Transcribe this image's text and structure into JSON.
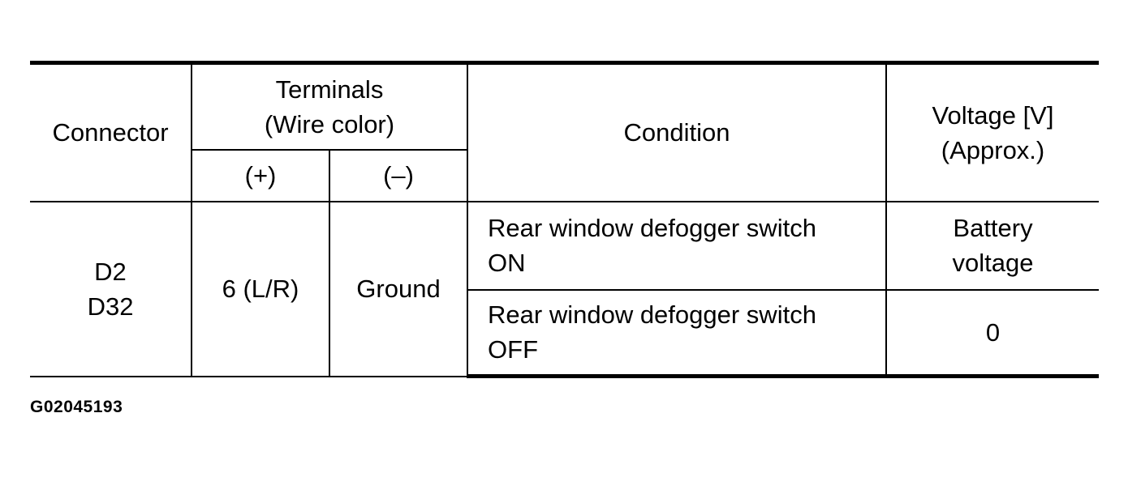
{
  "table": {
    "headers": {
      "connector": "Connector",
      "terminals_line1": "Terminals",
      "terminals_line2": "(Wire color)",
      "plus": "(+)",
      "minus": "(–)",
      "condition": "Condition",
      "voltage_line1": "Voltage [V]",
      "voltage_line2": "(Approx.)"
    },
    "row": {
      "connector_line1": "D2",
      "connector_line2": "D32",
      "terminal_plus": "6 (L/R)",
      "terminal_minus": "Ground",
      "conditions": [
        {
          "condition_line1": "Rear window defogger switch",
          "condition_line2": "ON",
          "voltage_line1": "Battery",
          "voltage_line2": "voltage"
        },
        {
          "condition_line1": "Rear window defogger switch",
          "condition_line2": "OFF",
          "voltage_line1": "0",
          "voltage_line2": ""
        }
      ]
    }
  },
  "figure_id": "G02045193"
}
